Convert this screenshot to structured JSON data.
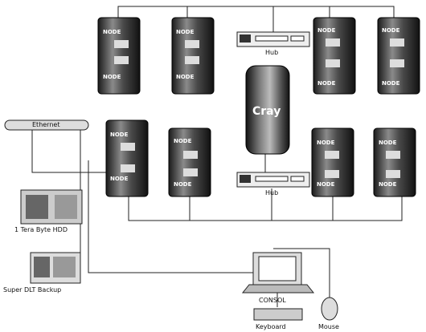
{
  "diagram": {
    "hub_top_label": "Hub",
    "hub_bottom_label": "Hub",
    "cray_label": "Cray",
    "ethernet_label": "Ethernet",
    "storage_label": "1 Tera Byte HDD",
    "backup_label": "Super DLT Backup",
    "console_label": "CONSOL",
    "keyboard_label": "Keyboard",
    "mouse_label": "Mouse",
    "node_label": "NODE"
  }
}
